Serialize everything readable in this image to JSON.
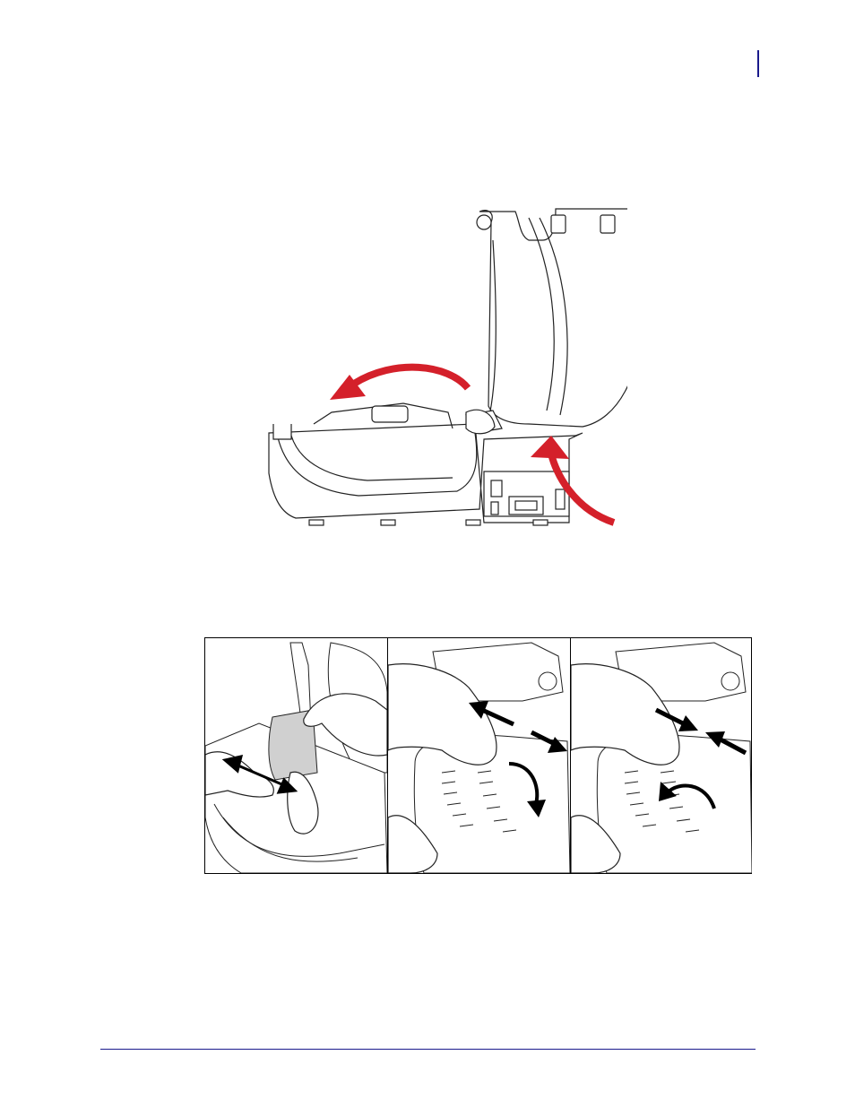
{
  "document": {
    "header_text": "",
    "footer_text": "",
    "accent_color": "#1a1a8c",
    "arrow_color": "#d4202a"
  },
  "figures": [
    {
      "id": "printer-open-side-view",
      "panels": 1
    },
    {
      "id": "media-loading-steps",
      "panels": 3
    }
  ]
}
